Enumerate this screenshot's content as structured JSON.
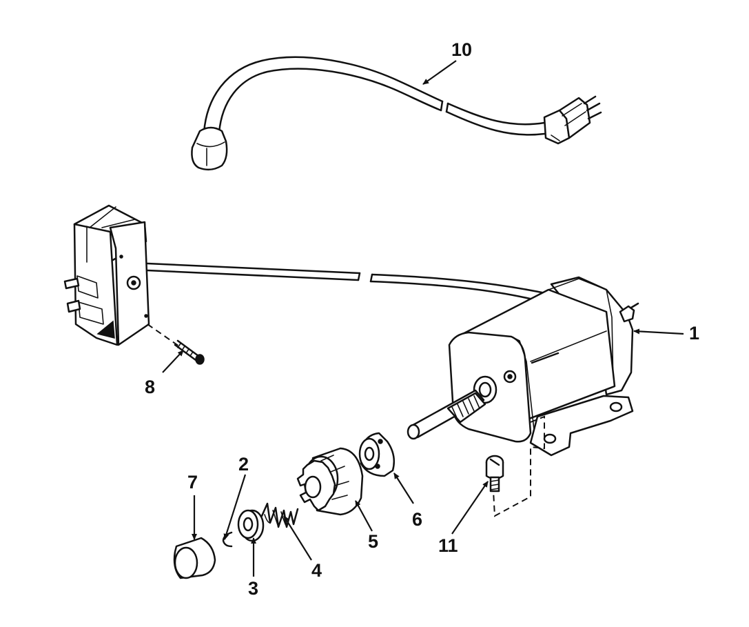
{
  "diagram": {
    "type": "exploded-parts-view",
    "parts": [
      {
        "callout": "1",
        "icon": "starter-motor-icon"
      },
      {
        "callout": "2",
        "icon": "retaining-ring-icon"
      },
      {
        "callout": "3",
        "icon": "spring-retainer-icon"
      },
      {
        "callout": "4",
        "icon": "spring-icon"
      },
      {
        "callout": "5",
        "icon": "pinion-gear-icon"
      },
      {
        "callout": "6",
        "icon": "hub-icon"
      },
      {
        "callout": "7",
        "icon": "cap-icon"
      },
      {
        "callout": "8",
        "icon": "screw-icon"
      },
      {
        "callout": "10",
        "icon": "power-cord-icon"
      },
      {
        "callout": "11",
        "icon": "mounting-bolt-icon"
      }
    ],
    "connections": [
      {
        "from": "switch-box",
        "to": "1",
        "style": "cable"
      },
      {
        "from": "8",
        "to": "switch-box",
        "style": "dashed"
      },
      {
        "from": "11",
        "to": "1",
        "style": "dashed"
      }
    ]
  }
}
